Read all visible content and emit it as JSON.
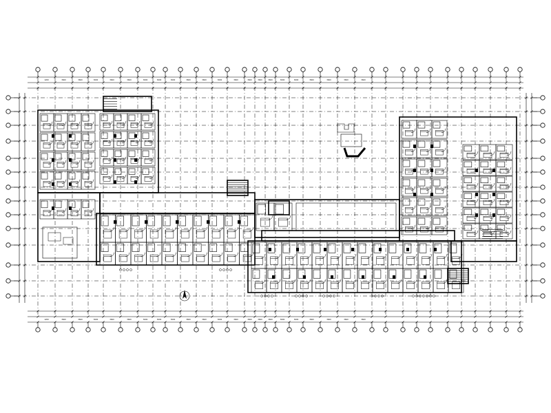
{
  "drawing": {
    "type": "architectural floor plan",
    "style": "black linework on white",
    "north_arrow": "north-arrow-icon"
  },
  "dimension_texts": {
    "top_row": [
      "1200",
      "3600",
      "3600",
      "3600",
      "3600",
      "3600",
      "3600",
      "3600",
      "3600",
      "3600",
      "3600",
      "3600",
      "3600",
      "3600",
      "3600",
      "3600",
      "3600",
      "3600",
      "3600",
      "3600",
      "3600",
      "3600"
    ],
    "bottom_row": [
      "1200",
      "3600",
      "3600",
      "3600",
      "3600",
      "3600",
      "3600",
      "3600",
      "3600",
      "3600",
      "3600",
      "3600",
      "3600",
      "3600",
      "3600",
      "3600",
      "3600",
      "3600",
      "3600",
      "3600",
      "3600",
      "3600"
    ]
  }
}
